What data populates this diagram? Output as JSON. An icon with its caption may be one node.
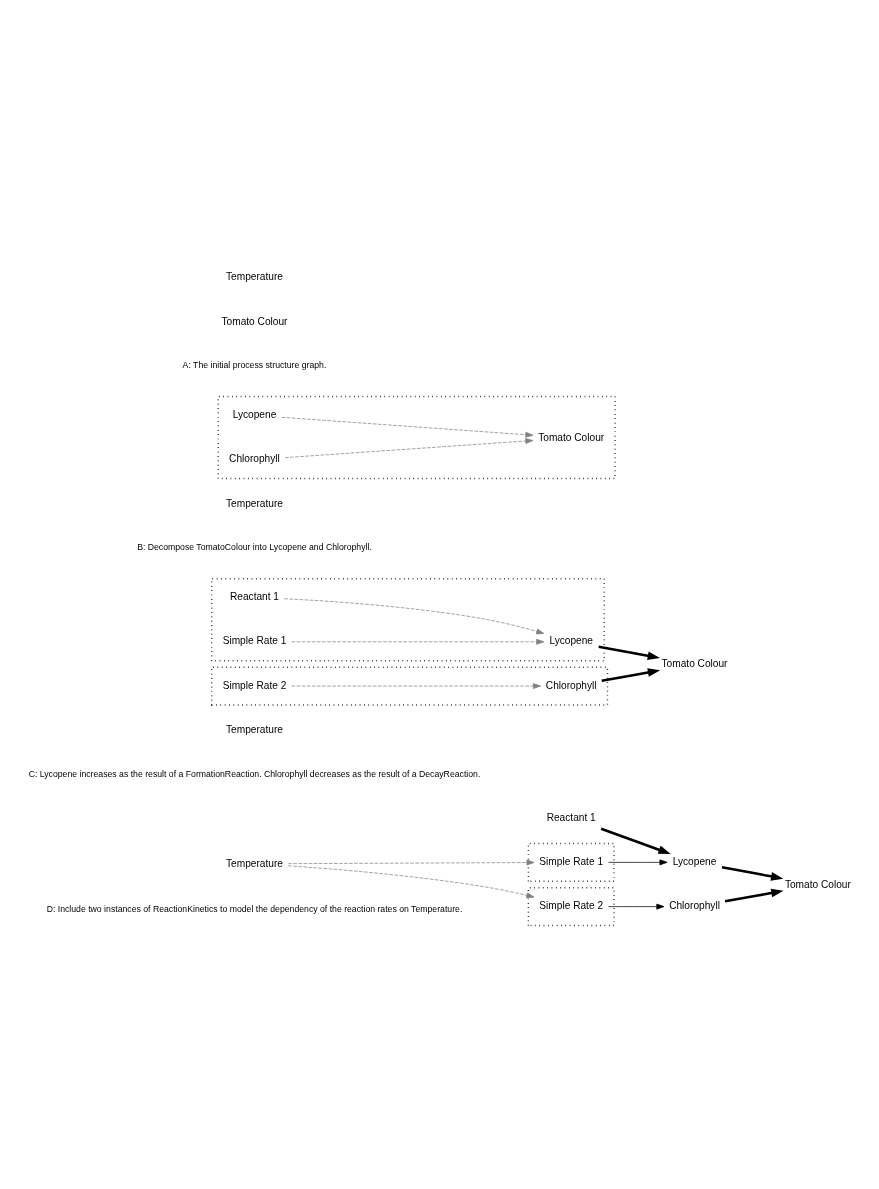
{
  "diagram": {
    "nodes": [
      {
        "text": [
          "Temperature"
        ]
      },
      {
        "text": [
          "Tomato Colour"
        ]
      },
      {
        "text": [
          "Temperature"
        ]
      },
      {
        "text": [],
        "shape": "box"
      },
      {
        "text": [
          "Lycopene"
        ],
        "in": 3
      },
      {
        "text": [
          "Chlorophyll"
        ],
        "in": 3
      },
      {
        "text": [
          "Tomato Colour"
        ],
        "in": 3
      },
      {
        "text": [
          "Temperature"
        ]
      },
      {
        "text": [],
        "shape": "box"
      },
      {
        "text": [
          "Reactant 1"
        ],
        "in": 8
      },
      {
        "text": [
          "Simple Rate 1"
        ],
        "in": 8
      },
      {
        "text": [
          "Lycopene"
        ],
        "in": 8
      },
      {
        "text": [],
        "shape": "box"
      },
      {
        "text": [
          "Simple Rate 2"
        ],
        "in": 12
      },
      {
        "text": [
          "Chlorophyll"
        ],
        "in": 12
      },
      {
        "text": [
          "Tomato Colour"
        ]
      },
      {
        "text": [
          "Reactant 1"
        ]
      },
      {
        "text": [],
        "shape": "box"
      },
      {
        "text": [
          "Simple Rate 1"
        ],
        "in": 17
      },
      {
        "text": [
          "Lycopene"
        ]
      },
      {
        "text": [
          "Temperature"
        ]
      },
      {
        "text": [],
        "shape": "box"
      },
      {
        "text": [
          "Simple Rate 2"
        ],
        "in": 21
      },
      {
        "text": [
          "Chlorophyll"
        ]
      },
      {
        "text": [
          "Tomato Colour"
        ]
      }
    ],
    "edges": [
      {
        "from": 4,
        "to": 6,
        "arrow": "to",
        "style": "dashed",
        "color": "#808080"
      },
      {
        "from": 5,
        "to": 6,
        "arrow": "to",
        "style": "dashed",
        "color": "#808080"
      },
      {
        "from": 9,
        "to": 11,
        "arrow": "to",
        "style": "dashed",
        "color": "#808080"
      },
      {
        "from": 10,
        "to": 11,
        "arrow": "to",
        "style": "dashed",
        "color": "#808080"
      },
      {
        "from": 13,
        "to": 14,
        "arrow": "to",
        "style": "dashed",
        "color": "#808080"
      },
      {
        "from": 11,
        "to": 15,
        "arrow": "to",
        "style": "thick",
        "color": "#000000"
      },
      {
        "from": 14,
        "to": 15,
        "arrow": "to",
        "style": "thick",
        "color": "#000000"
      },
      {
        "from": 16,
        "to": 19,
        "arrow": "to",
        "style": "thick",
        "color": "#000000"
      },
      {
        "from": 18,
        "to": 19,
        "arrow": "to",
        "color": "#000000"
      },
      {
        "from": 20,
        "to": 18,
        "arrow": "to",
        "style": "dashed",
        "color": "#808080"
      },
      {
        "from": 20,
        "to": 22,
        "arrow": "to",
        "style": "dashed",
        "color": "#808080"
      },
      {
        "from": 22,
        "to": 23,
        "arrow": "to",
        "color": "#000000"
      },
      {
        "from": 19,
        "to": 24,
        "arrow": "to",
        "style": "thick",
        "color": "#000000"
      },
      {
        "from": 23,
        "to": 24,
        "arrow": "to",
        "style": "thick",
        "color": "#000000"
      }
    ],
    "labels": [
      "A: The initial process structure graph.",
      "B: Decompose TomatoColour into Lycopene and Chlorophyll.",
      "C: Lycopene increases as the result of a FormationReaction. Chlorophyll decreases as the result of a DecayReaction.",
      "D: Include two instances of ReactionKinetics to model the dependency of the reaction rates on Temperature."
    ]
  }
}
